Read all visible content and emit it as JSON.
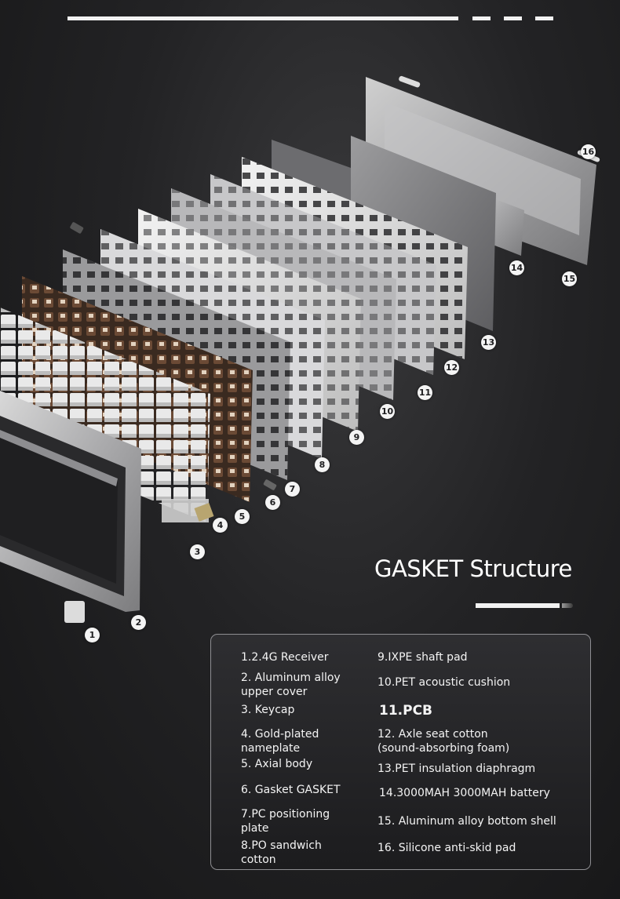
{
  "header": {
    "accent_color": "#f2f2f2"
  },
  "title": {
    "text": "GASKET Structure"
  },
  "markers": [
    "1",
    "2",
    "3",
    "4",
    "5",
    "6",
    "7",
    "8",
    "9",
    "10",
    "11",
    "12",
    "13",
    "14",
    "15",
    "16"
  ],
  "components": {
    "left": [
      "1.2.4G Receiver",
      "2. Aluminum alloy upper cover",
      "3. Keycap",
      "4. Gold-plated nameplate",
      "5. Axial body",
      "6. Gasket GASKET",
      "7.PC positioning plate",
      "8.PO sandwich cotton"
    ],
    "right": [
      "9.IXPE shaft pad",
      "10.PET acoustic cushion",
      "11.PCB",
      "12. Axle seat cotton (sound-absorbing foam)",
      "13.PET insulation diaphragm",
      "14.3000MAH 3000MAH battery",
      "15. Aluminum alloy bottom shell",
      "16. Silicone anti-skid pad"
    ]
  }
}
